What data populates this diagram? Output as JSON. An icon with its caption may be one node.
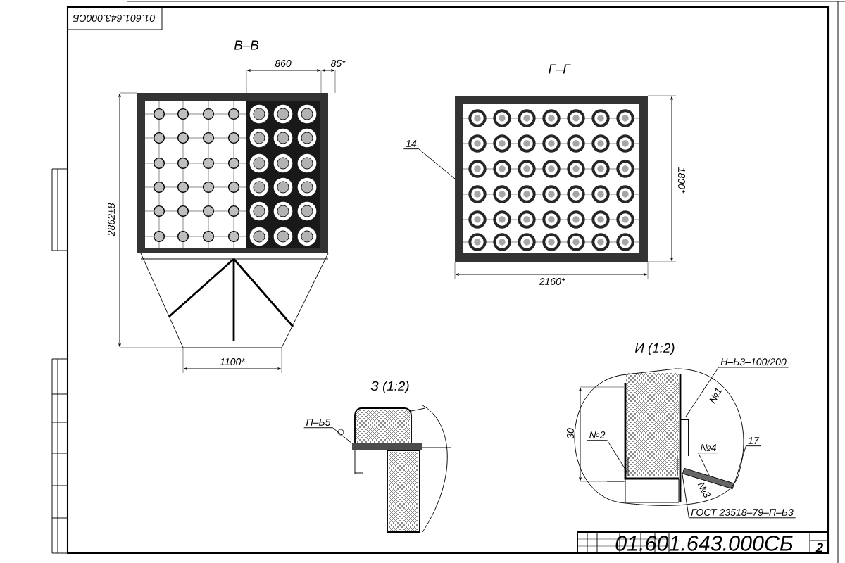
{
  "diagram": {
    "nodes": [
      {
        "text": [
          "14"
        ]
      },
      {
        "text": [],
        "shape": "box"
      },
      {
        "text": [
          "П–Ь5"
        ]
      },
      {
        "text": [
          "Н–Ь3–100/200"
        ]
      },
      {
        "text": [
          "№2"
        ]
      },
      {
        "text": [
          "№4"
        ]
      },
      {
        "text": [
          "17"
        ]
      },
      {
        "text": [
          "ГОСТ 23518–79–П–Ь3"
        ]
      },
      {
        "text": [],
        "shape": "bar"
      }
    ],
    "edges": [
      {
        "from": 0,
        "to": 1,
        "arrow": "none"
      },
      {
        "from": 2,
        "to": null,
        "arrow": "none"
      },
      {
        "from": 3,
        "to": null,
        "arrow": "none"
      },
      {
        "from": 4,
        "to": null,
        "arrow": "none"
      },
      {
        "from": 5,
        "to": 8,
        "arrow": "none"
      },
      {
        "from": 6,
        "to": 8,
        "arrow": "none"
      },
      {
        "from": 7,
        "to": 8,
        "arrow": "none"
      }
    ],
    "labels": [
      "01.601.643.000СБ",
      "В–В",
      "860",
      "85*",
      "2862±8",
      "1100*",
      "Г–Г",
      "1800*",
      "2160*",
      "З (1:2)",
      "И (1:2)",
      "30",
      "№1",
      "№3",
      "01.601.643.000СБ",
      "2"
    ]
  }
}
